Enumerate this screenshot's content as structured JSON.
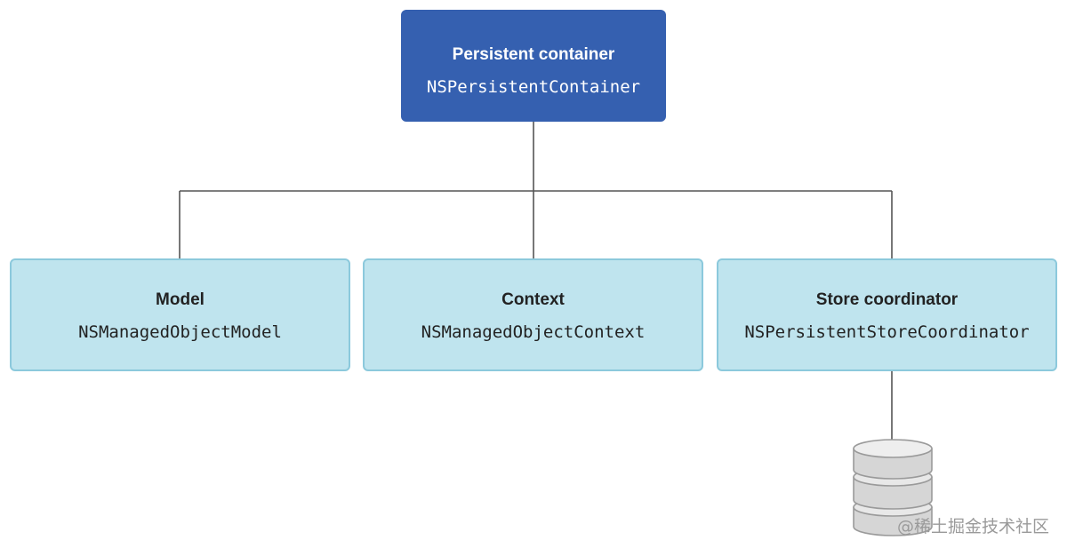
{
  "root": {
    "title": "Persistent container",
    "class_name": "NSPersistentContainer"
  },
  "children": [
    {
      "title": "Model",
      "class_name": "NSManagedObjectModel"
    },
    {
      "title": "Context",
      "class_name": "NSManagedObjectContext"
    },
    {
      "title": "Store coordinator",
      "class_name": "NSPersistentStoreCoordinator"
    }
  ],
  "store_icon": "database-icon",
  "watermark": "@稀土掘金技术社区",
  "colors": {
    "root_fill": "#3560b0",
    "child_fill": "#bfe4ee",
    "child_border": "#8cc9dc",
    "connector": "#555555"
  }
}
